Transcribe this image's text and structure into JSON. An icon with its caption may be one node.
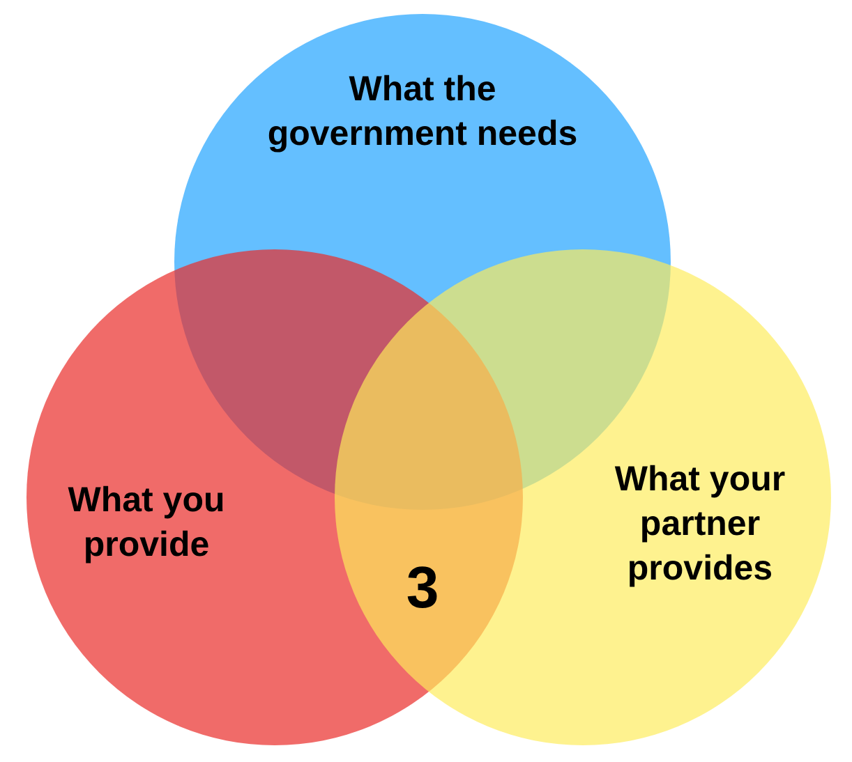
{
  "diagram": {
    "nodes": [
      {
        "text": [
          "What the government needs"
        ]
      },
      {
        "text": [
          "What you provide"
        ]
      },
      {
        "text": [
          "What your partner provides"
        ]
      }
    ],
    "labels": [
      "3"
    ]
  }
}
